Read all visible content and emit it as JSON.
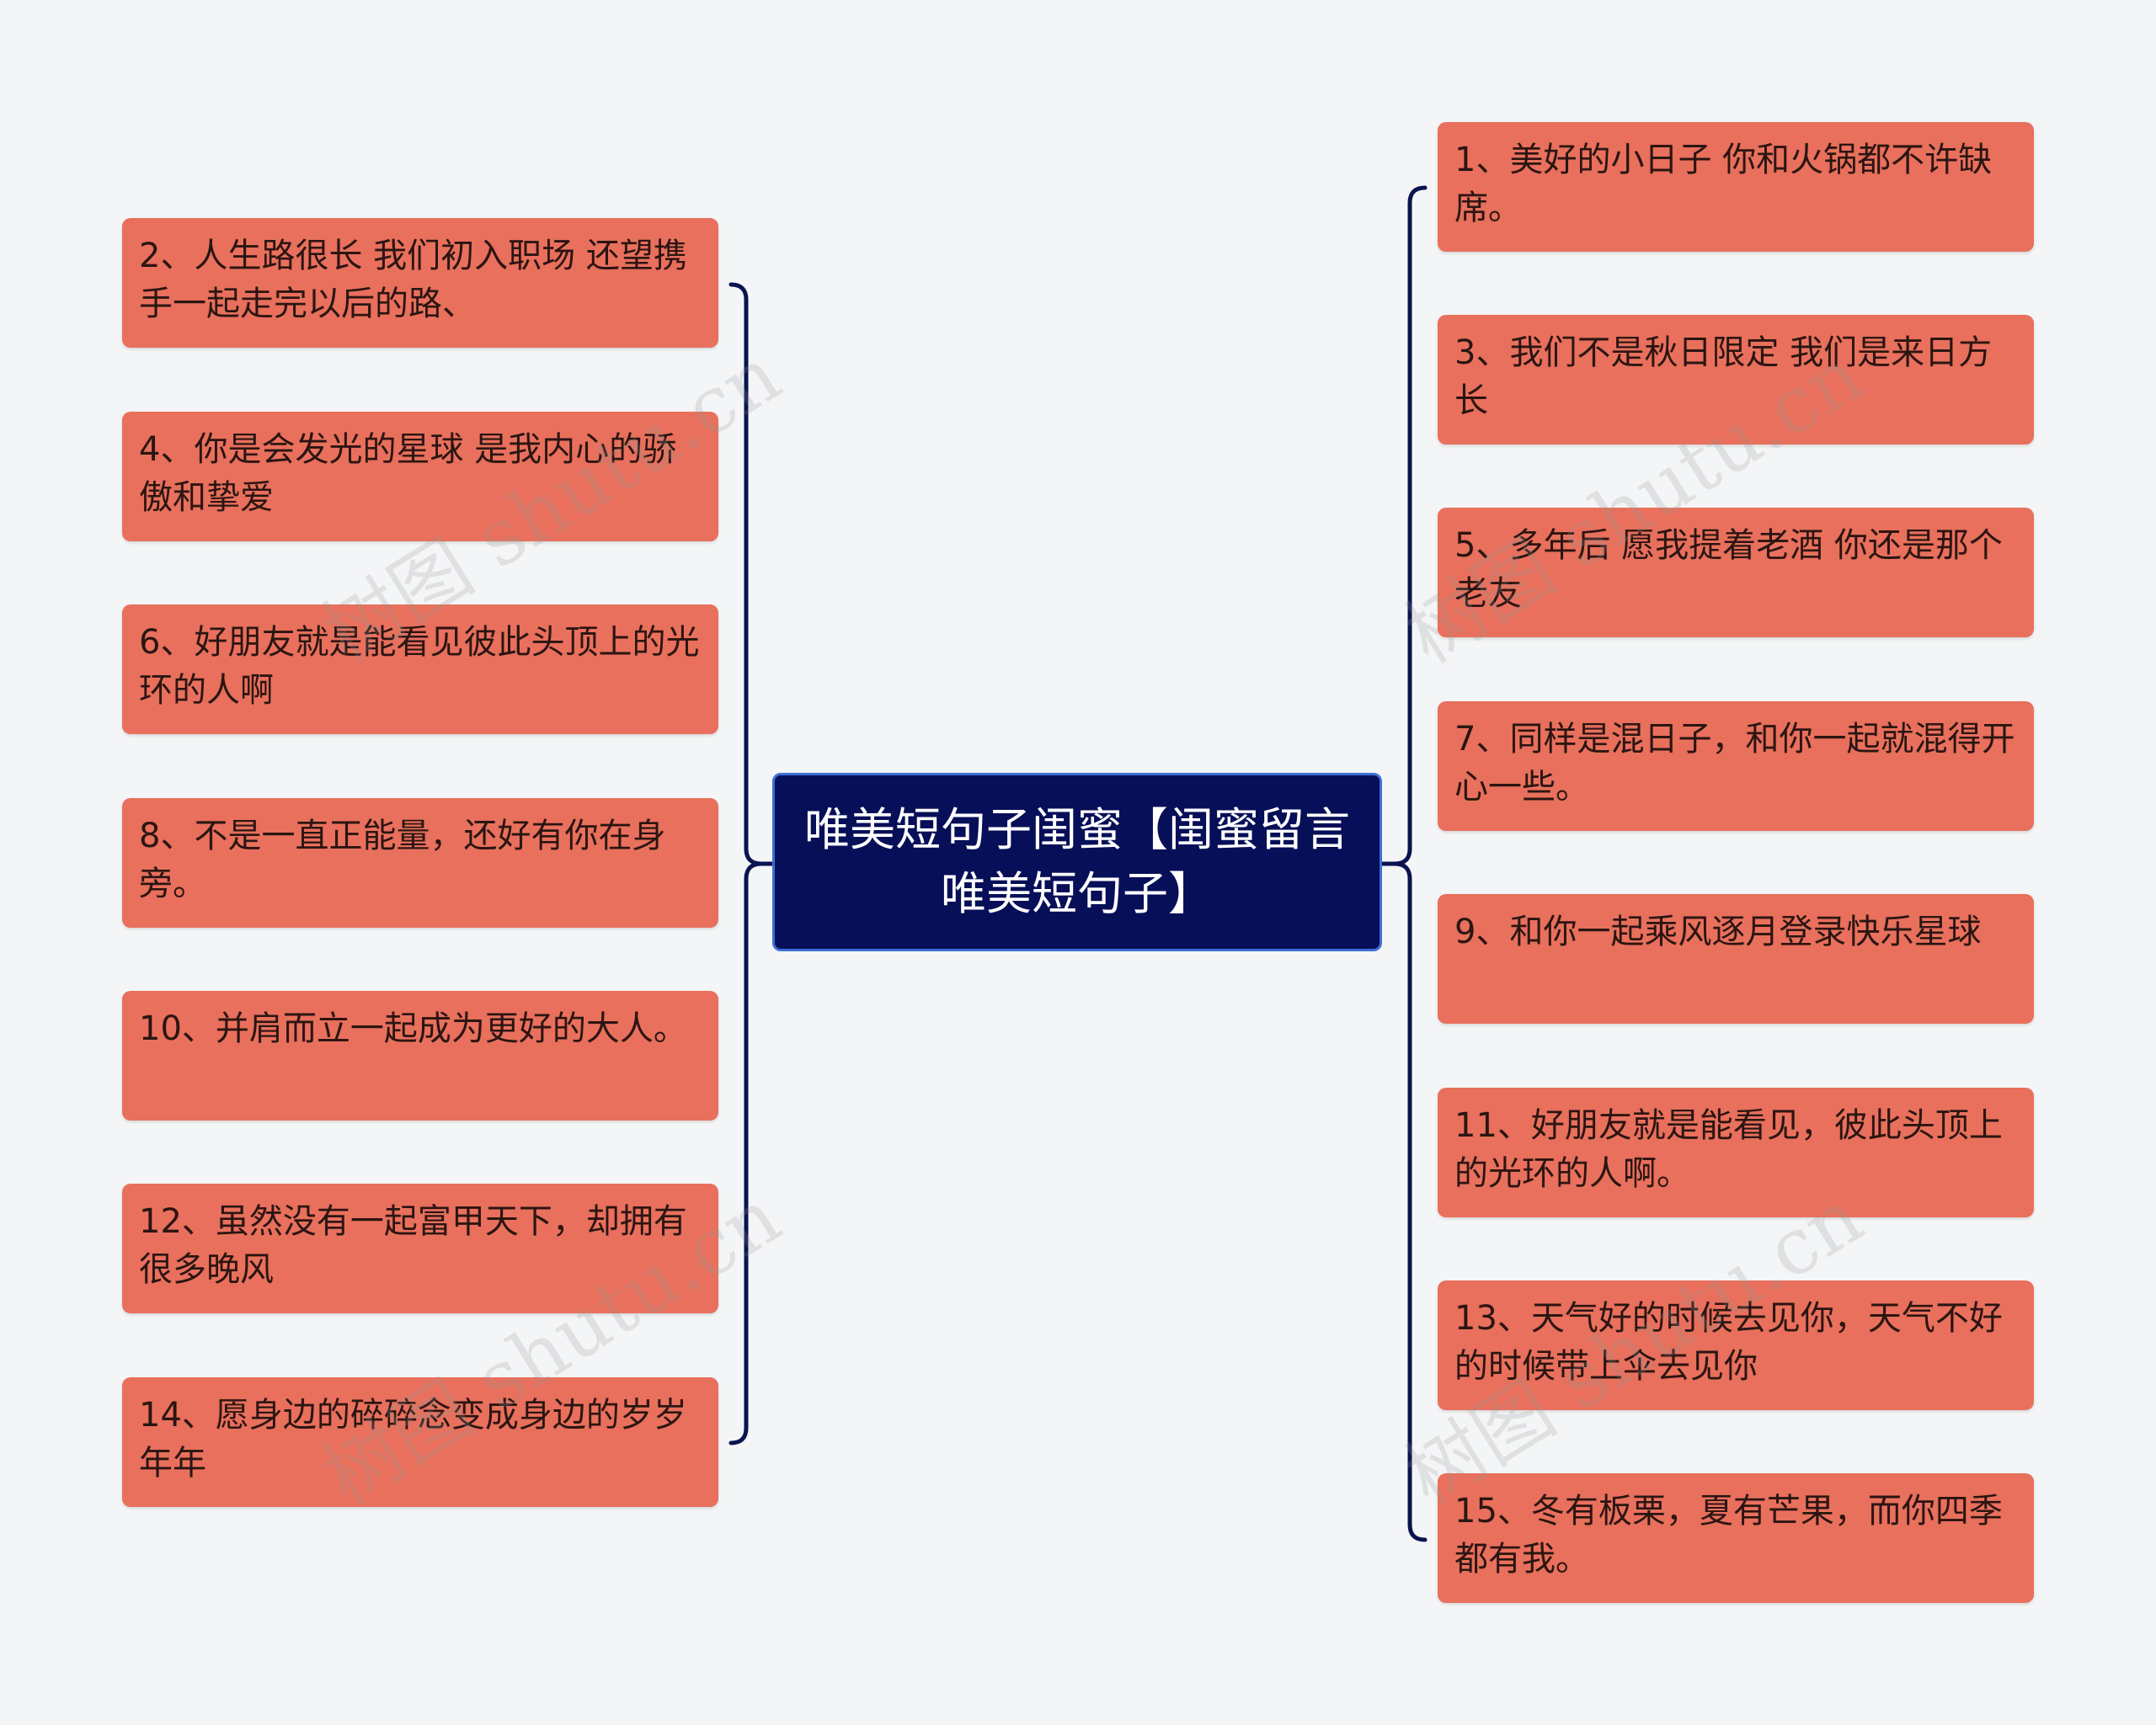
{
  "root": {
    "title": "唯美短句子闺蜜【闺蜜留言唯美短句子】"
  },
  "left_nodes": [
    "2、人生路很长 我们初入职场 还望携手一起走完以后的路、",
    "4、你是会发光的星球 是我内心的骄傲和挚爱",
    "6、好朋友就是能看见彼此头顶上的光环的人啊",
    "8、不是一直正能量，还好有你在身旁。",
    "10、并肩而立一起成为更好的大人。",
    "12、虽然没有一起富甲天下，却拥有很多晚风",
    "14、愿身边的碎碎念变成身边的岁岁年年"
  ],
  "right_nodes": [
    "1、美好的小日子 你和火锅都不许缺席。",
    "3、我们不是秋日限定 我们是来日方长",
    "5、多年后 愿我提着老酒 你还是那个老友",
    "7、同样是混日子，和你一起就混得开心一些。",
    "9、和你一起乘风逐月登录快乐星球",
    "11、好朋友就是能看见，彼此头顶上的光环的人啊。",
    "13、天气好的时候去见你，天气不好的时候带上伞去见你",
    "15、冬有板栗，夏有芒果，而你四季都有我。"
  ],
  "watermark": "树图 shutu.cn",
  "colors": {
    "root_fill": "#070f58",
    "root_border": "#3d6fd6",
    "node_fill": "#e8705c",
    "connector": "#0a1450",
    "background": "#f4f5f6"
  }
}
